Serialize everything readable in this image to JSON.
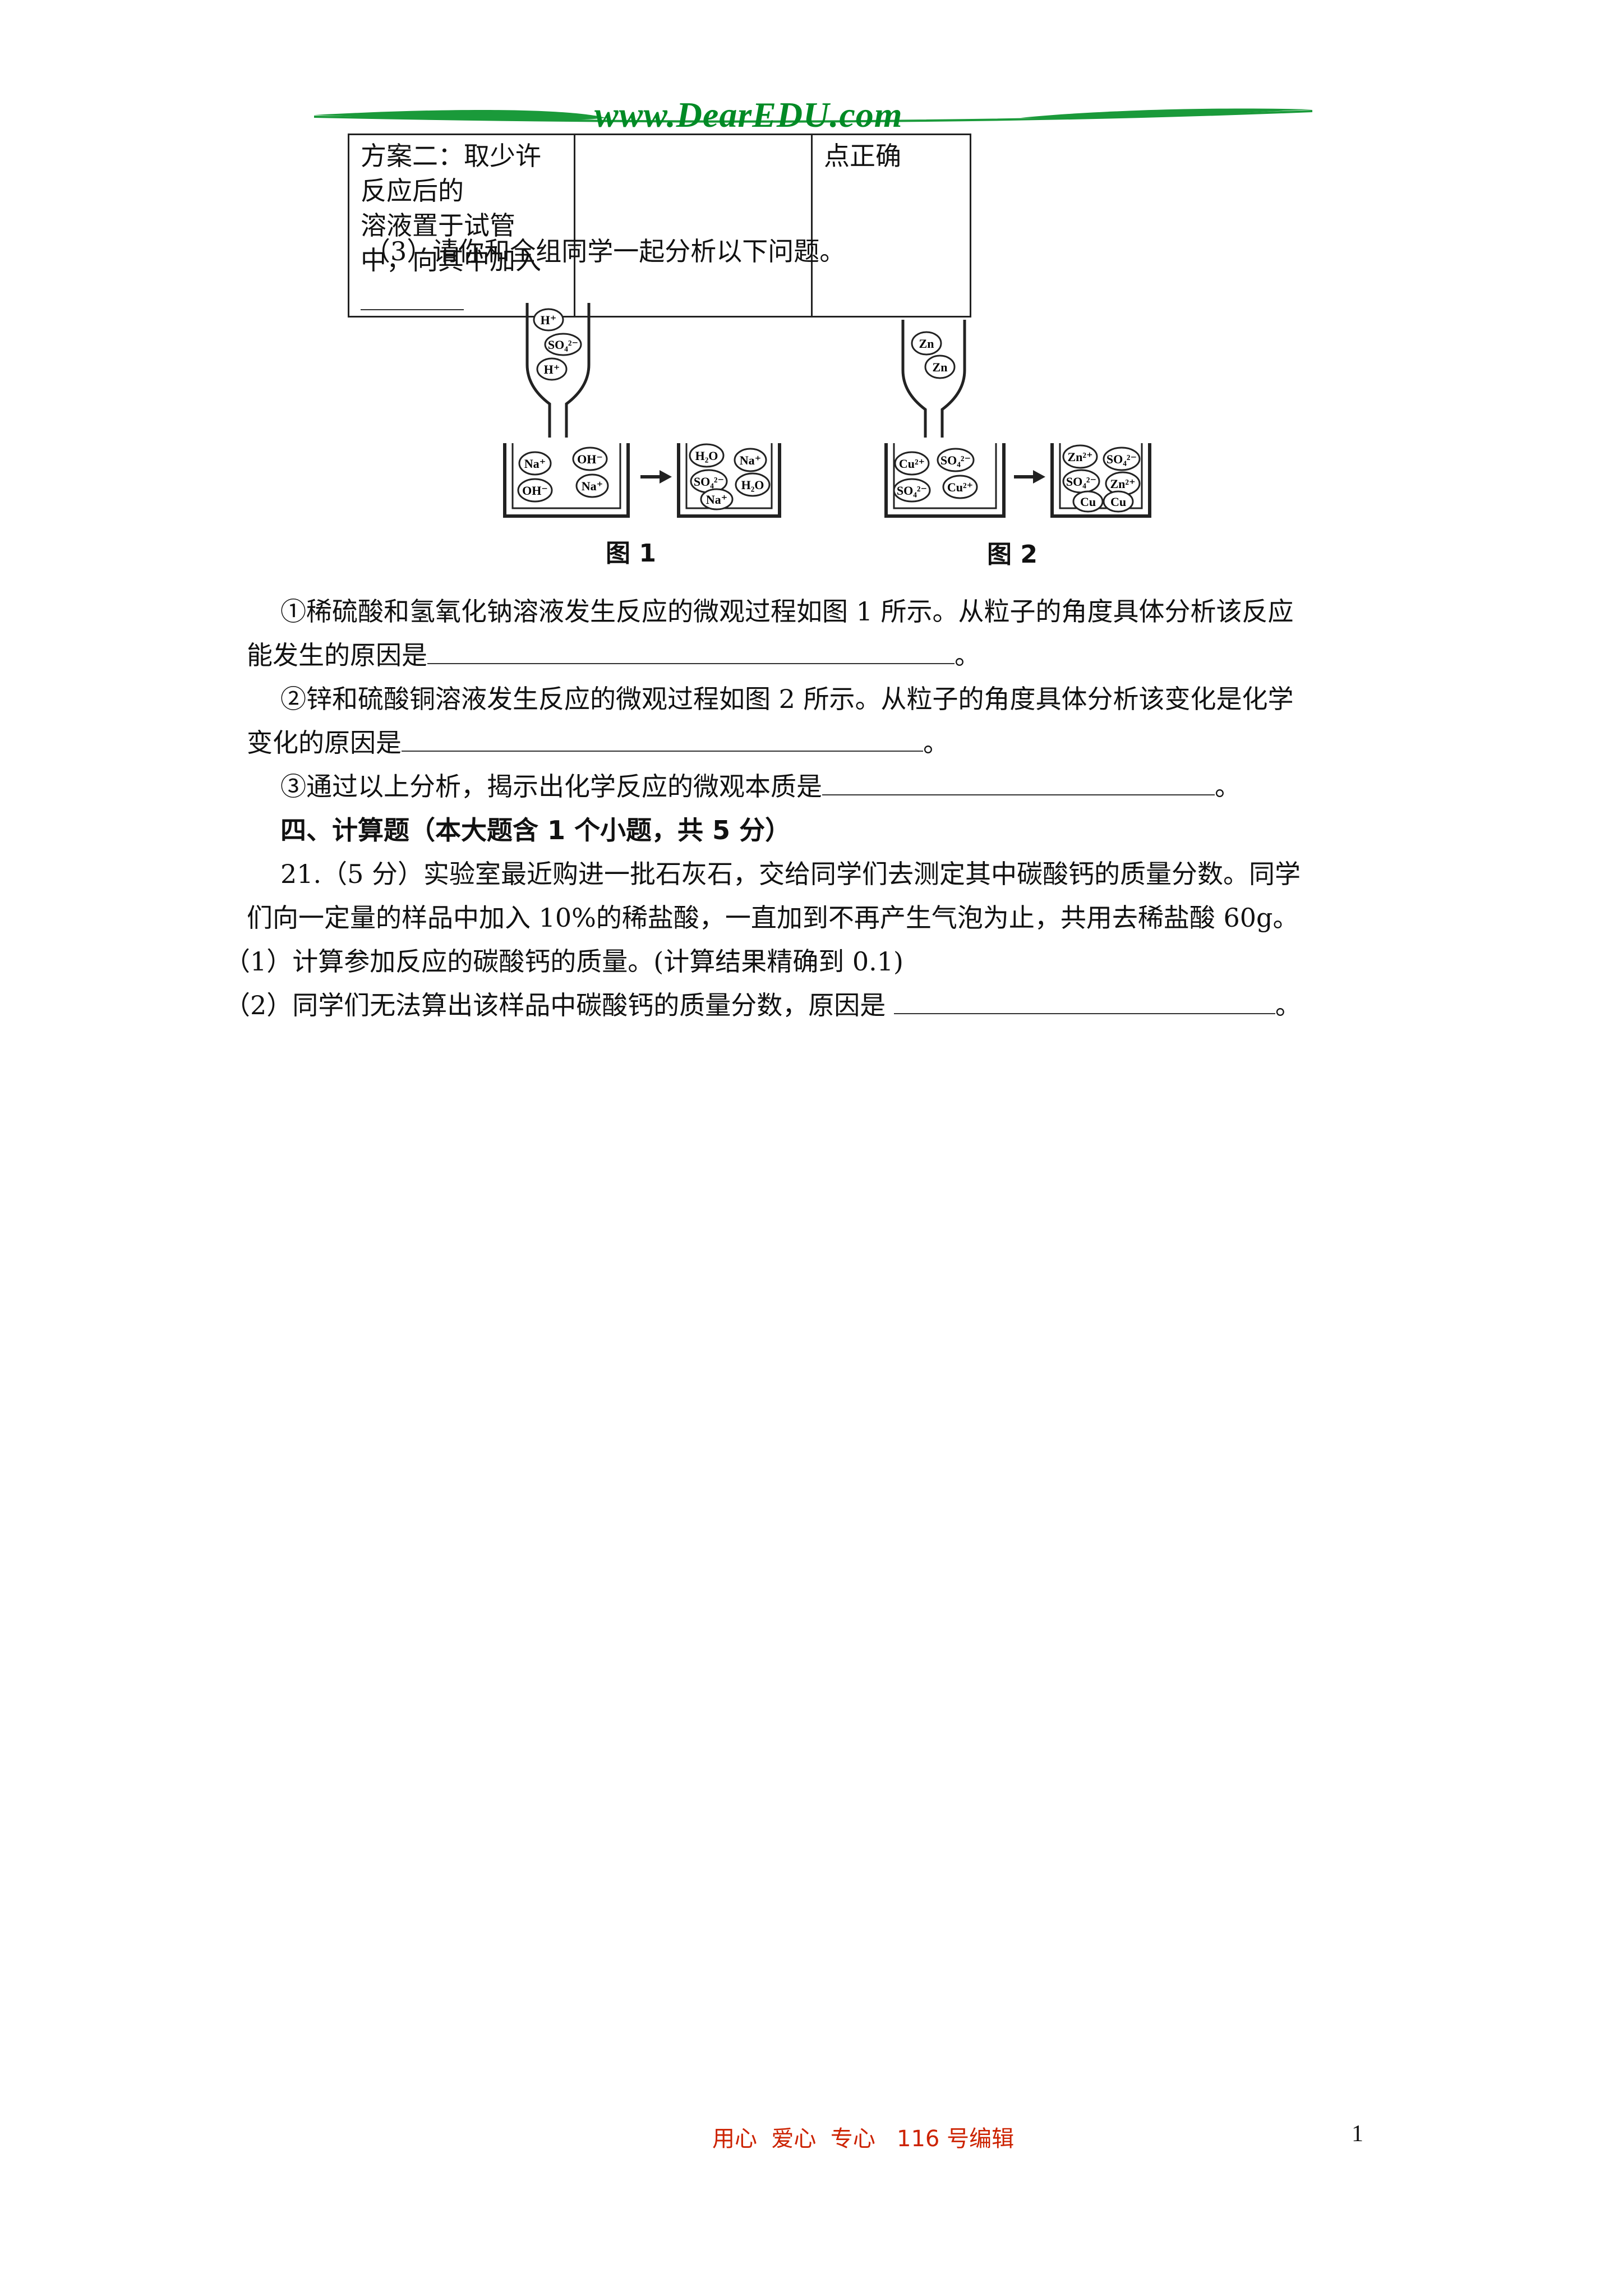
{
  "header": {
    "site": "www.DearEDU.com",
    "brand_color": "#1a9a3a",
    "text_color": "#008a25"
  },
  "plan_table": {
    "col1_line1": "方案二：取少许反应后的",
    "col1_line2": "溶液置于试管中，向其中加入________",
    "col2": "",
    "col3": "点正确"
  },
  "q3": {
    "intro": "（3）请你和全组同学一起分析以下问题。",
    "fig1": {
      "label": "图 1",
      "funnel": [
        "H⁺",
        "SO₄²⁻",
        "H⁺"
      ],
      "before": [
        "Na⁺",
        "OH⁻",
        "OH⁻",
        "Na⁺"
      ],
      "after": [
        "H₂O",
        "Na⁺",
        "SO₄²⁻",
        "H₂O",
        "Na⁺"
      ]
    },
    "fig2": {
      "label": "图 2",
      "funnel": [
        "Zn",
        "Zn"
      ],
      "before": [
        "Cu²⁺",
        "SO₄²⁻",
        "SO₄²⁻",
        "Cu²⁺"
      ],
      "after": [
        "Zn²⁺",
        "SO₄²⁻",
        "SO₄²⁻",
        "Zn²⁺",
        "Cu",
        "Cu"
      ]
    },
    "item1_line1": "①稀硫酸和氢氧化钠溶液发生反应的微观过程如图 1 所示。从粒子的角度具体分析该反应",
    "item1_line2": "能发生的原因是",
    "item1_end": "。",
    "item2_line1": "②锌和硫酸铜溶液发生反应的微观过程如图 2 所示。从粒子的角度具体分析该变化是化学",
    "item2_line2": "变化的原因是",
    "item2_end": "。",
    "item3": "③通过以上分析，揭示出化学反应的微观本质是",
    "item3_end": "。"
  },
  "section4": {
    "title": "四、计算题（本大题含 1 个小题，共 5 分）",
    "q21_line1": "21.（5 分）实验室最近购进一批石灰石，交给同学们去测定其中碳酸钙的质量分数。同学",
    "q21_line2": "们向一定量的样品中加入 10%的稀盐酸，一直加到不再产生气泡为止，共用去稀盐酸 60g。",
    "sub1": "（1）计算参加反应的碳酸钙的质量。(计算结果精确到 0.1)",
    "sub2": "（2）同学们无法算出该样品中碳酸钙的质量分数，原因是",
    "sub2_end": "。"
  },
  "footer": {
    "text": "用心  爱心  专心   116 号编辑",
    "page_number": "1"
  }
}
